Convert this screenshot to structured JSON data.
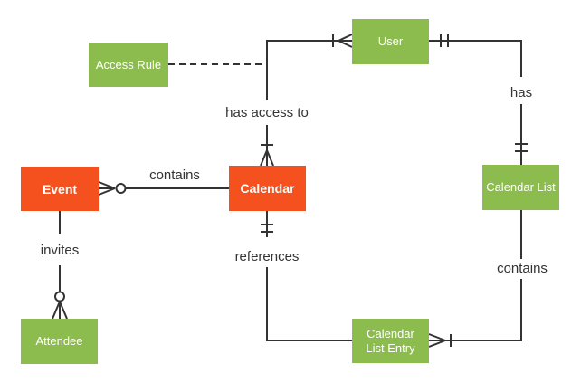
{
  "colors": {
    "orange": "#F4511E",
    "green": "#8CBB4E",
    "line": "#333333",
    "label": "#333333"
  },
  "entities": [
    {
      "id": "access-rule",
      "label": "Access Rule",
      "color": "green"
    },
    {
      "id": "user",
      "label": "User",
      "color": "green"
    },
    {
      "id": "event",
      "label": "Event",
      "color": "orange"
    },
    {
      "id": "calendar",
      "label": "Calendar",
      "color": "orange"
    },
    {
      "id": "calendar-list",
      "label": "Calendar List",
      "color": "green"
    },
    {
      "id": "attendee",
      "label": "Attendee",
      "color": "green"
    },
    {
      "id": "calendar-list-entry",
      "label": "Calendar List Entry",
      "color": "green"
    }
  ],
  "relationships": [
    {
      "id": "event-contains-calendar",
      "label": "contains",
      "from": "Event",
      "to": "Calendar",
      "notation_from": "zero-or-many"
    },
    {
      "id": "user-has-access-to-calendar",
      "label": "has access to",
      "from": "User",
      "to": "Calendar",
      "notation_from": "one-or-many",
      "notation_to": "one-or-many",
      "annotation": "Access Rule (dashed link)"
    },
    {
      "id": "user-has-calendar-list",
      "label": "has",
      "from": "User",
      "to": "Calendar List",
      "notation_from": "one-and-only-one",
      "notation_to": "one-and-only-one"
    },
    {
      "id": "event-invites-attendee",
      "label": "invites",
      "from": "Event",
      "to": "Attendee",
      "notation_to": "zero-or-many"
    },
    {
      "id": "calendar-references-entry",
      "label": "references",
      "from": "Calendar",
      "to": "Calendar List Entry",
      "notation_from": "one-and-only-one"
    },
    {
      "id": "calendar-list-contains-entry",
      "label": "contains",
      "from": "Calendar List",
      "to": "Calendar List Entry",
      "notation_to": "one-or-many"
    }
  ]
}
